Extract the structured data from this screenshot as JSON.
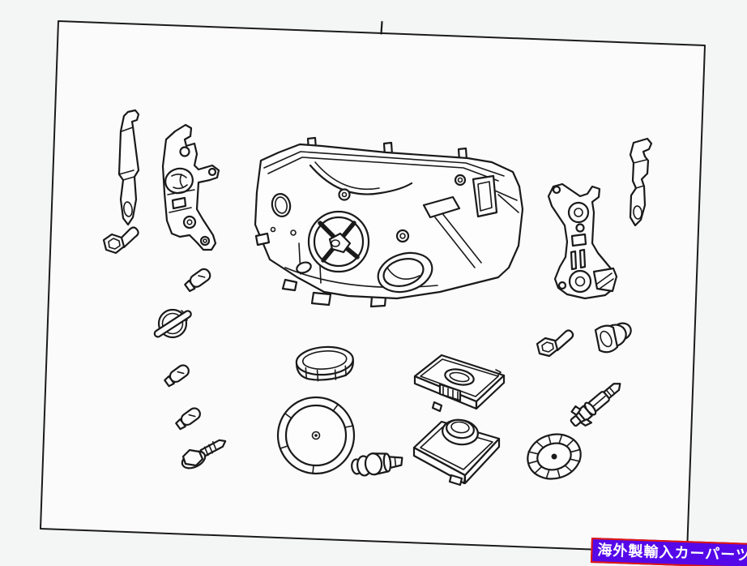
{
  "page": {
    "background": "#f4f5f5"
  },
  "diagram": {
    "type": "exploded-parts-line-drawing",
    "subject": "headlamp-assembly",
    "paper_color": "#fbfbfb",
    "line_color": "#1a1a1a",
    "border_color": "#1b1b1b",
    "parts": [
      "retainer-strip-left",
      "hex-bolt-left",
      "mounting-bracket-left",
      "small-bulb-upper-left",
      "bulb-socket-left",
      "small-bulb-mid-left",
      "small-bulb-lower-left",
      "mounting-screw-left",
      "headlamp-housing",
      "mounting-bracket-right",
      "retainer-strip-right",
      "hex-bolt-right",
      "bulb-socket-right",
      "hid-bulb",
      "vent-disc",
      "retaining-ring",
      "round-cover-cap",
      "pigtail-bulb",
      "ballast-unit",
      "igniter-module"
    ]
  },
  "badge": {
    "text": "海外製輸入カーパーツ",
    "background": "#5509e9",
    "border_color": "#e3170d",
    "text_color": "#ffffff"
  }
}
